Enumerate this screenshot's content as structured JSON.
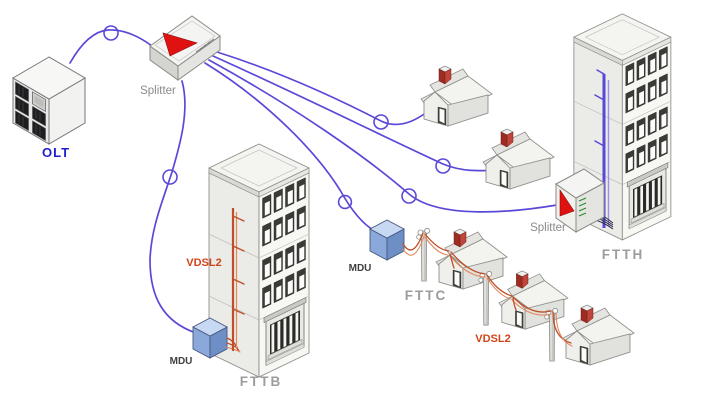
{
  "diagram": {
    "kind": "fttx-access-network-architecture",
    "architectures_shown": [
      "FTTB",
      "FTTC",
      "FTTH"
    ]
  },
  "labels": {
    "olt": "OLT",
    "splitter_top": "Splitter",
    "splitter_ftth": "Splitter",
    "mdu_fttb": "MDU",
    "mdu_fttc": "MDU",
    "vdsl2_fttb": "VDSL2",
    "vdsl2_fttc": "VDSL2",
    "fttb": "FTTB",
    "fttc": "FTTC",
    "ftth": "FTTH"
  },
  "nodes": [
    {
      "id": "olt",
      "label": "OLT"
    },
    {
      "id": "splitter-top",
      "label": "Splitter"
    },
    {
      "id": "splitter-ftth",
      "label": "Splitter"
    },
    {
      "id": "mdu-fttb",
      "label": "MDU"
    },
    {
      "id": "mdu-fttc",
      "label": "MDU"
    },
    {
      "id": "fttb-building",
      "label": "FTTB"
    },
    {
      "id": "fttc-street",
      "label": "FTTC"
    },
    {
      "id": "ftth-building",
      "label": "FTTH"
    },
    {
      "id": "house-1",
      "label": ""
    },
    {
      "id": "house-2",
      "label": ""
    },
    {
      "id": "fttc-house-1",
      "label": ""
    },
    {
      "id": "fttc-house-2",
      "label": ""
    },
    {
      "id": "fttc-house-3",
      "label": ""
    }
  ],
  "links": [
    {
      "from": "olt",
      "to": "splitter-top",
      "medium": "fiber"
    },
    {
      "from": "splitter-top",
      "to": "house-1",
      "medium": "fiber"
    },
    {
      "from": "splitter-top",
      "to": "house-2",
      "medium": "fiber"
    },
    {
      "from": "splitter-top",
      "to": "mdu-fttb",
      "medium": "fiber"
    },
    {
      "from": "splitter-top",
      "to": "mdu-fttc",
      "medium": "fiber"
    },
    {
      "from": "splitter-top",
      "to": "splitter-ftth",
      "medium": "fiber"
    },
    {
      "from": "mdu-fttb",
      "to": "fttb-building",
      "medium": "vdsl2"
    },
    {
      "from": "mdu-fttc",
      "to": "fttc-house-1",
      "medium": "vdsl2"
    },
    {
      "from": "fttc-house-1",
      "to": "fttc-house-2",
      "medium": "vdsl2"
    },
    {
      "from": "fttc-house-2",
      "to": "fttc-house-3",
      "medium": "vdsl2"
    },
    {
      "from": "splitter-ftth",
      "to": "ftth-building",
      "medium": "fiber"
    }
  ],
  "colors": {
    "fiber": "#5a49d8",
    "copper": "#bf4f28",
    "copper-light": "#e2885f",
    "splitter-red": "#e01111",
    "mdu-blue": "#7fa1d4",
    "label-gray": "#9c9c9c",
    "label-dark": "#3f3f3f",
    "olt-blue": "#1f1fd0",
    "vdsl2-orange": "#d2441a"
  }
}
